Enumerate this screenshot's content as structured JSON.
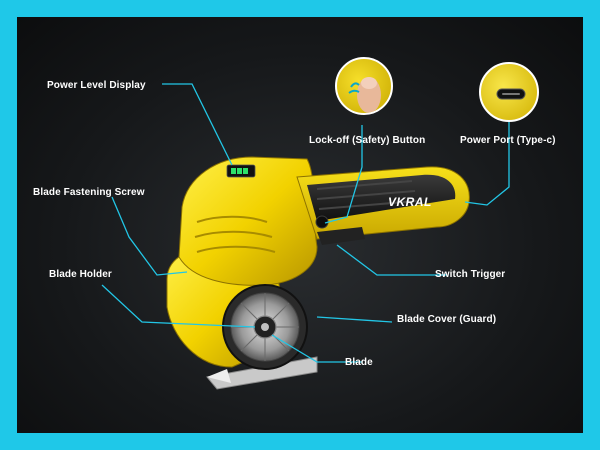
{
  "labels": {
    "power_level_display": "Power Level Display",
    "lock_off_button": "Lock-off (Safety) Button",
    "power_port": "Power Port (Type-c)",
    "blade_fastening_screw": "Blade Fastening Screw",
    "switch_trigger": "Switch Trigger",
    "blade_holder": "Blade Holder",
    "blade_cover": "Blade Cover (Guard)",
    "blade": "Blade"
  },
  "brand_logo_text": "VKRAL",
  "colors": {
    "border": "#1fc8e8",
    "callout_line": "#22c6e6",
    "tool_yellow": "#f2d200",
    "tool_dark": "#1c1c1c"
  },
  "icons": [
    "usb-c-port-icon",
    "finger-press-icon",
    "battery-level-icon"
  ]
}
